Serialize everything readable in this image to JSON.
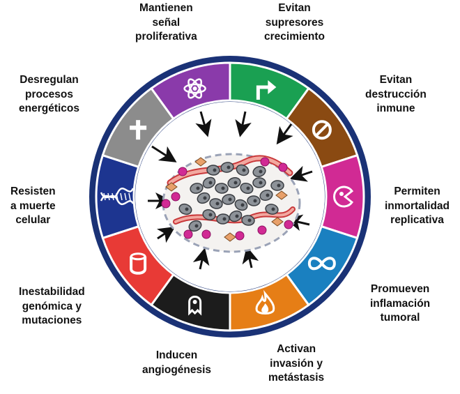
{
  "diagram": {
    "segments": [
      {
        "id": "proliferative",
        "lines": [
          "Mantienen",
          "señal",
          "proliferativa"
        ],
        "color": "#1aa052",
        "icon": "bent-arrow-icon"
      },
      {
        "id": "suppressors",
        "lines": [
          "Evitan",
          "supresores",
          "crecimiento"
        ],
        "color": "#8a4a12",
        "icon": "prohibition-icon"
      },
      {
        "id": "immune",
        "lines": [
          "Evitan",
          "destrucción",
          "inmune"
        ],
        "color": "#d12a94",
        "icon": "pacman-cell-icon"
      },
      {
        "id": "immortality",
        "lines": [
          "Permiten",
          "inmortalidad",
          "replicativa"
        ],
        "color": "#1a80c0",
        "icon": "infinity-icon"
      },
      {
        "id": "inflammation",
        "lines": [
          "Promueven",
          "inflamación",
          "tumoral"
        ],
        "color": "#e67e16",
        "icon": "flame-icon"
      },
      {
        "id": "invasion",
        "lines": [
          "Activan",
          "invasión y",
          "metástasis"
        ],
        "color": "#1c1c1c",
        "icon": "ghost-cell-icon"
      },
      {
        "id": "angiogenesis",
        "lines": [
          "Inducen",
          "angiogénesis"
        ],
        "color": "#e83a36",
        "icon": "vessel-icon"
      },
      {
        "id": "genomic",
        "lines": [
          "Inestabilidad",
          "genómica y",
          "mutaciones"
        ],
        "color": "#1d3590",
        "icon": "dna-helix-icon"
      },
      {
        "id": "cell-death",
        "lines": [
          "Resisten",
          "a muerte",
          "celular"
        ],
        "color": "#8c8c8c",
        "icon": "cross-icon"
      },
      {
        "id": "energetics",
        "lines": [
          "Desregulan",
          "procesos",
          "energéticos"
        ],
        "color": "#8a3aaa",
        "icon": "atom-icon"
      }
    ],
    "ring_color": "#1a3276"
  }
}
